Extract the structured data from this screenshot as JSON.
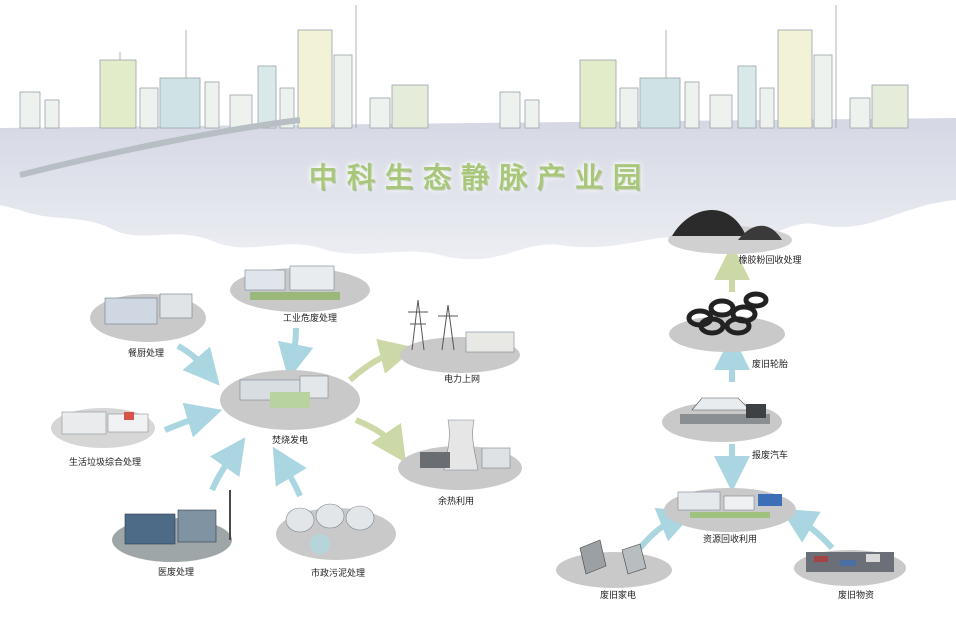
{
  "title": "中科生态静脉产业园",
  "center_node": {
    "label": "焚烧发电"
  },
  "inputs": [
    {
      "id": "industrial",
      "label": "工业危废处理"
    },
    {
      "id": "kitchen",
      "label": "餐厨处理"
    },
    {
      "id": "domestic",
      "label": "生活垃圾综合处理"
    },
    {
      "id": "medical",
      "label": "医废处理"
    },
    {
      "id": "sludge",
      "label": "市政污泥处理"
    }
  ],
  "outputs": [
    {
      "id": "grid",
      "label": "电力上网"
    },
    {
      "id": "heat",
      "label": "余热利用"
    }
  ],
  "recycle_chain": [
    {
      "id": "rubber",
      "label": "橡胶粉回收处理"
    },
    {
      "id": "tires",
      "label": "废旧轮胎"
    },
    {
      "id": "cars",
      "label": "报废汽车"
    },
    {
      "id": "resource",
      "label": "资源回收利用"
    },
    {
      "id": "appliances",
      "label": "废旧家电"
    },
    {
      "id": "materials",
      "label": "废旧物资"
    }
  ],
  "colors": {
    "arrow_blue": "#a9d6e0",
    "arrow_green": "#ccd9a6",
    "title_green": "#a8c77b",
    "shadow": "#c9c9c9",
    "sky_band": "#d8dbe6"
  }
}
